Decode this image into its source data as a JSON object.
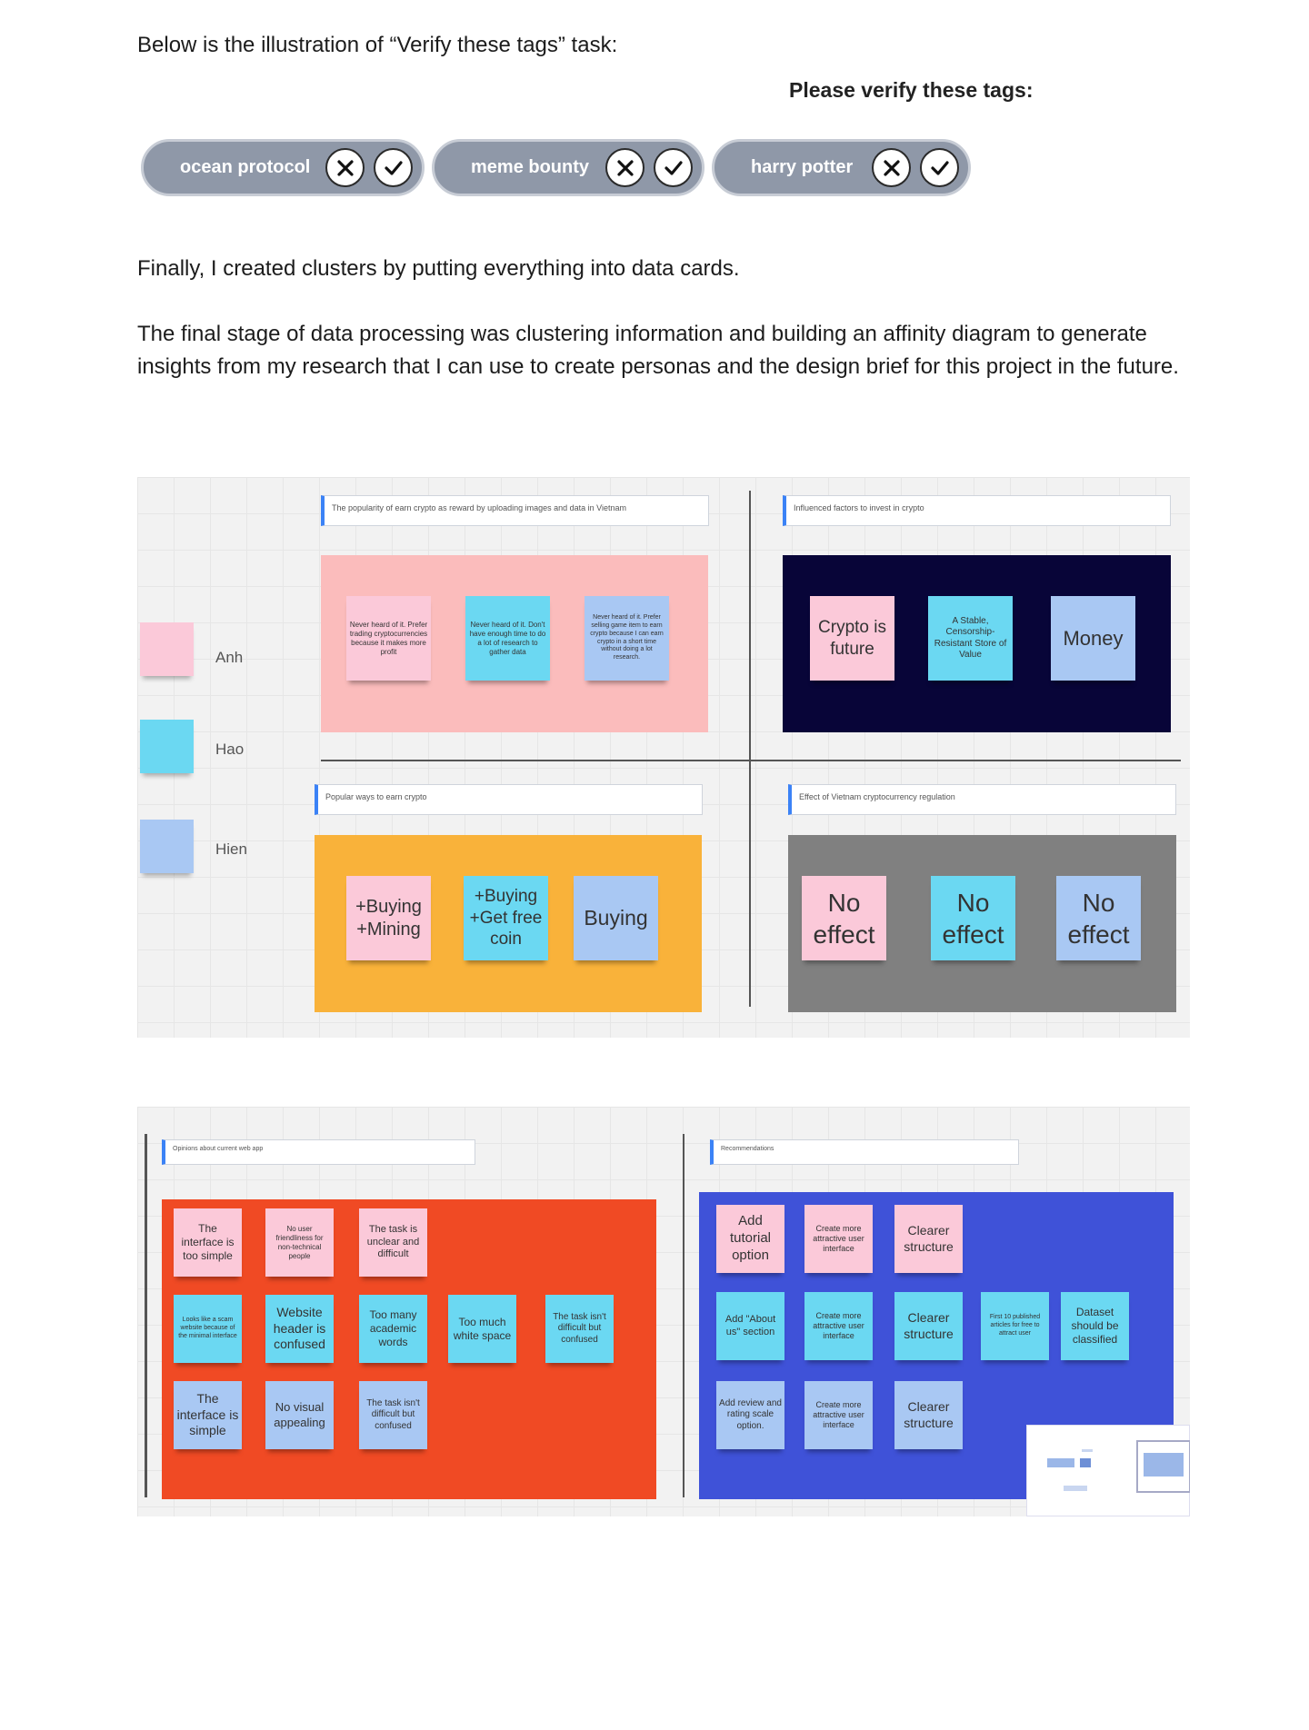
{
  "paragraphs": {
    "illustration": "Below is the illustration of “Verify these tags” task:",
    "clusters": "Finally, I created clusters by putting everything into data cards.",
    "final_stage": "The final stage of data processing was clustering information and building an affinity diagram to generate insights from my research that I can use to create personas and the design brief for this project in the future."
  },
  "verify": {
    "title": "Please verify these tags:",
    "tags": [
      "ocean protocol",
      "meme bounty",
      "harry potter"
    ]
  },
  "board1": {
    "legend": [
      "Anh",
      "Hao",
      "Hien"
    ],
    "frames": {
      "popularity": "The popularity of earn crypto as reward by uploading images and data in Vietnam",
      "factors": "Influenced factors to invest in crypto",
      "ways": "Popular ways to earn crypto",
      "regulation": "Effect of Vietnam cryptocurrency regulation"
    },
    "notes": {
      "pop": [
        "Never heard of it. Prefer trading cryptocurrencies because it makes more profit",
        "Never heard of it. Don't have enough time to do a lot of research to gather data",
        "Never heard of it. Prefer selling game item to earn crypto because I can earn crypto in a short time without doing a lot research."
      ],
      "factors": [
        "Crypto is future",
        "A Stable, Censorship-Resistant Store of Value",
        "Money"
      ],
      "ways": [
        "+Buying +Mining",
        "+Buying +Get free coin",
        "Buying"
      ],
      "regulation": [
        "No effect",
        "No effect",
        "No effect"
      ]
    }
  },
  "board2": {
    "frames": {
      "opinions": "Opinions about current web app",
      "recommendations": "Recommendations"
    },
    "opinions": [
      "The interface is too simple",
      "No user friendliness for non-technical people",
      "The task is unclear and difficult",
      "Looks like a scam website because of the minimal interface",
      "Website header is confused",
      "Too many academic words",
      "Too much white space",
      "The task isn't difficult but confused",
      "The interface is simple",
      "No visual appealing",
      "The task isn't difficult but confused"
    ],
    "recommendations": [
      "Add tutorial option",
      "Create more attractive user interface",
      "Clearer structure",
      "Add \"About us\" section",
      "Create more attractive user interface",
      "Clearer structure",
      "First 10 published articles for free to attract user",
      "Dataset should be classified",
      "Add review and rating scale option.",
      "Create more attractive user interface",
      "Clearer structure"
    ]
  },
  "colors": {
    "pink_cluster": "#fbbcbc",
    "navy_cluster": "#080538",
    "orange_cluster": "#f9b23a",
    "gray_cluster": "#808080",
    "red_cluster": "#f04a24",
    "blue_cluster": "#3f52d8",
    "tag_pill": "#8f98a8"
  },
  "icons": [
    "close-icon",
    "check-icon"
  ]
}
